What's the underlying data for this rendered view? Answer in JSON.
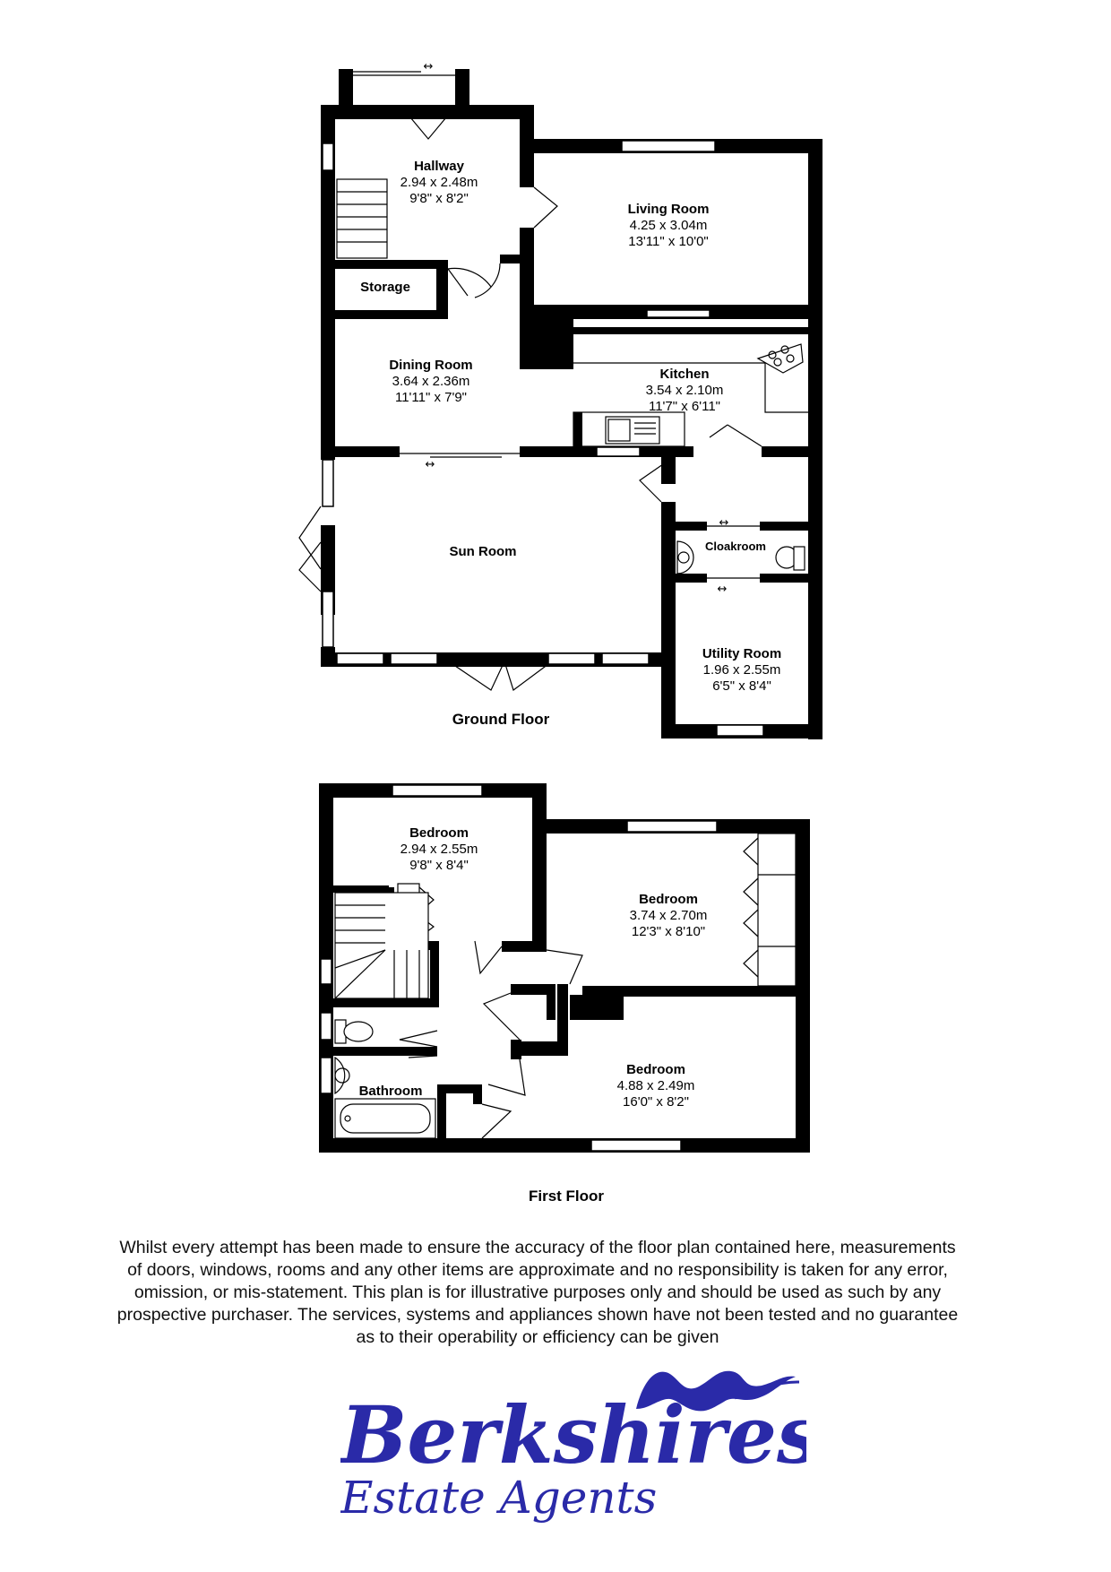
{
  "ground_floor": {
    "label": "Ground Floor",
    "rooms": [
      {
        "id": "hallway",
        "name": "Hallway",
        "metric": "2.94 x 2.48m",
        "imperial": "9'8\" x 8'2\""
      },
      {
        "id": "living",
        "name": "Living Room",
        "metric": "4.25 x 3.04m",
        "imperial": "13'11\" x 10'0\""
      },
      {
        "id": "storage",
        "name": "Storage"
      },
      {
        "id": "dining",
        "name": "Dining Room",
        "metric": "3.64 x 2.36m",
        "imperial": "11'11\" x 7'9\""
      },
      {
        "id": "kitchen",
        "name": "Kitchen",
        "metric": "3.54 x 2.10m",
        "imperial": "11'7\" x 6'11\""
      },
      {
        "id": "sun",
        "name": "Sun Room"
      },
      {
        "id": "cloak",
        "name": "Cloakroom"
      },
      {
        "id": "utility",
        "name": "Utility Room",
        "metric": "1.96 x 2.55m",
        "imperial": "6'5\" x 8'4\""
      }
    ]
  },
  "first_floor": {
    "label": "First Floor",
    "rooms": [
      {
        "id": "bed1",
        "name": "Bedroom",
        "metric": "2.94 x 2.55m",
        "imperial": "9'8\" x 8'4\""
      },
      {
        "id": "bed2",
        "name": "Bedroom",
        "metric": "3.74 x 2.70m",
        "imperial": "12'3\" x 8'10\""
      },
      {
        "id": "bed3",
        "name": "Bedroom",
        "metric": "4.88 x 2.49m",
        "imperial": "16'0\" x 8'2\""
      },
      {
        "id": "bath",
        "name": "Bathroom"
      }
    ]
  },
  "disclaimer": [
    "Whilst every attempt has been made to ensure the accuracy of the floor plan contained here, measurements",
    "of doors, windows, rooms and any other items are approximate and no responsibility is taken for any error,",
    "omission, or mis-statement. This plan is for illustrative purposes only and should be used as such by any",
    "prospective purchaser. The services, systems and appliances shown have not been tested and no guarantee",
    "as to their operability or efficiency can be given"
  ],
  "logo": {
    "line1": "Berkshires",
    "line2": "Estate Agents",
    "color": "#2a2aa8"
  },
  "colors": {
    "wall": "#000000",
    "background": "#ffffff"
  },
  "icons": [
    "sliding-door-arrow-icon",
    "stairs-icon",
    "hob-icon",
    "sink-icon",
    "toilet-icon",
    "basin-icon",
    "bath-icon"
  ]
}
